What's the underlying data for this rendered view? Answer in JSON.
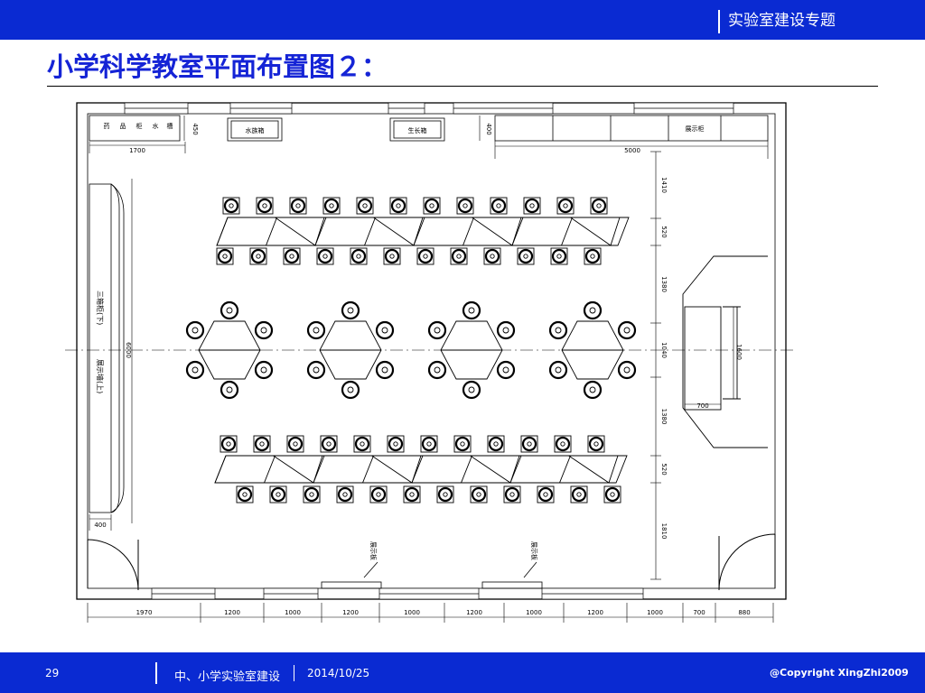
{
  "header": {
    "series_title": "实验室建设专题"
  },
  "slide": {
    "title": "小学科学教室平面布置图２："
  },
  "plan": {
    "furniture_labels": {
      "top_left_items": [
        "药",
        "品",
        "柜",
        "水",
        "槽"
      ],
      "water_tank": "水族箱",
      "growth_box": "生长箱",
      "display_cabinet_top": "展示柜",
      "side_cabinet": "三箱柜(下)",
      "side_display": "展示墙(上)",
      "display_panel": "展示板"
    },
    "dimensions": {
      "top_left_width": "1700",
      "top_left_depth": "450",
      "top_mid_depth": "400",
      "top_right_width": "5000",
      "side_width": "400",
      "room_depth": "6000",
      "podium_width": "1600",
      "podium_depth": "700",
      "right_chain": [
        "1410",
        "520",
        "1380",
        "1040",
        "1380",
        "520",
        "1810"
      ],
      "bottom_chain": [
        "1970",
        "1200",
        "1000",
        "1200",
        "1000",
        "1200",
        "1000",
        "1200",
        "1000",
        "700",
        "880"
      ]
    }
  },
  "footer": {
    "page_number": "29",
    "section": "中、小学实验室建设",
    "date": "2014/10/25",
    "copyright": "@Copyright  XingZhi2009"
  }
}
